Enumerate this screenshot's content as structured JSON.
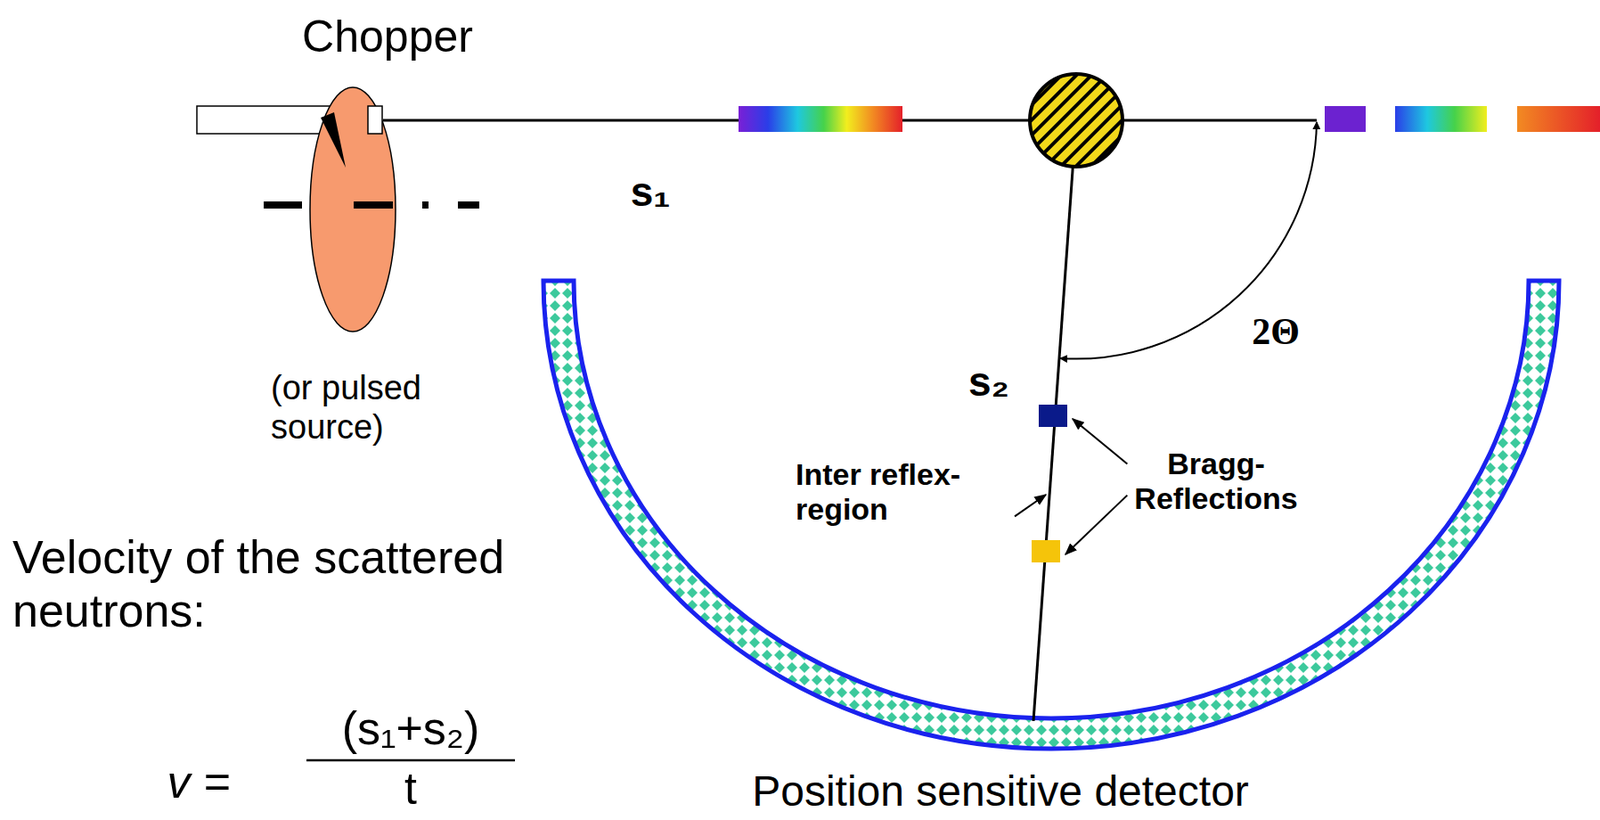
{
  "diagram": {
    "labels": [
      "Chopper",
      "(or pulsed source)",
      "s₁",
      "2Θ",
      "s₂",
      "Bragg- Reflections",
      "Inter reflex- region",
      "Velocity of the scattered neutrons:",
      "v =",
      "(s₁+s₂)",
      "t",
      "Position sensitive detector"
    ]
  }
}
